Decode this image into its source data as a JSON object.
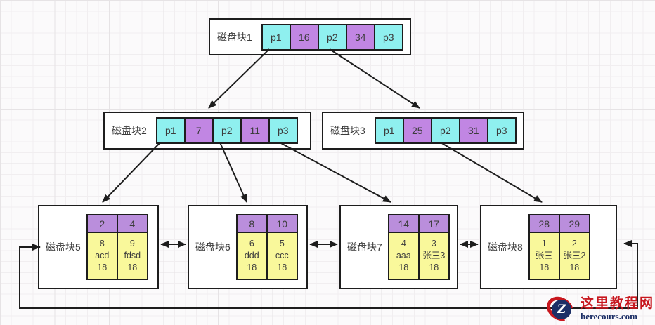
{
  "blocks": {
    "pointer": [
      {
        "label": "磁盘块1",
        "cells": [
          "p1",
          "16",
          "p2",
          "34",
          "p3"
        ]
      },
      {
        "label": "磁盘块2",
        "cells": [
          "p1",
          "7",
          "p2",
          "11",
          "p3"
        ]
      },
      {
        "label": "磁盘块3",
        "cells": [
          "p1",
          "25",
          "p2",
          "31",
          "p3"
        ]
      }
    ],
    "leaf": [
      {
        "label": "磁盘块5",
        "keys": [
          "2",
          "4"
        ],
        "records": [
          [
            "8",
            "acd",
            "18"
          ],
          [
            "9",
            "fdsd",
            "18"
          ]
        ]
      },
      {
        "label": "磁盘块6",
        "keys": [
          "8",
          "10"
        ],
        "records": [
          [
            "6",
            "ddd",
            "18"
          ],
          [
            "5",
            "ccc",
            "18"
          ]
        ]
      },
      {
        "label": "磁盘块7",
        "keys": [
          "14",
          "17"
        ],
        "records": [
          [
            "4",
            "aaa",
            "18"
          ],
          [
            "3",
            "张三3",
            "18"
          ]
        ]
      },
      {
        "label": "磁盘块8",
        "keys": [
          "28",
          "29"
        ],
        "records": [
          [
            "1",
            "张三",
            "18"
          ],
          [
            "2",
            "张三2",
            "18"
          ]
        ]
      }
    ]
  },
  "colors": {
    "pointer_cell": "#8ff0ef",
    "key_cell": "#c186e3",
    "leaf_key_cell": "#ba8edc",
    "record_cell": "#f9f89b",
    "line": "#1d1d1d"
  },
  "watermark": {
    "logo_letter": "Z",
    "site_name": "这里教程网",
    "site_url": "herecours.com"
  }
}
